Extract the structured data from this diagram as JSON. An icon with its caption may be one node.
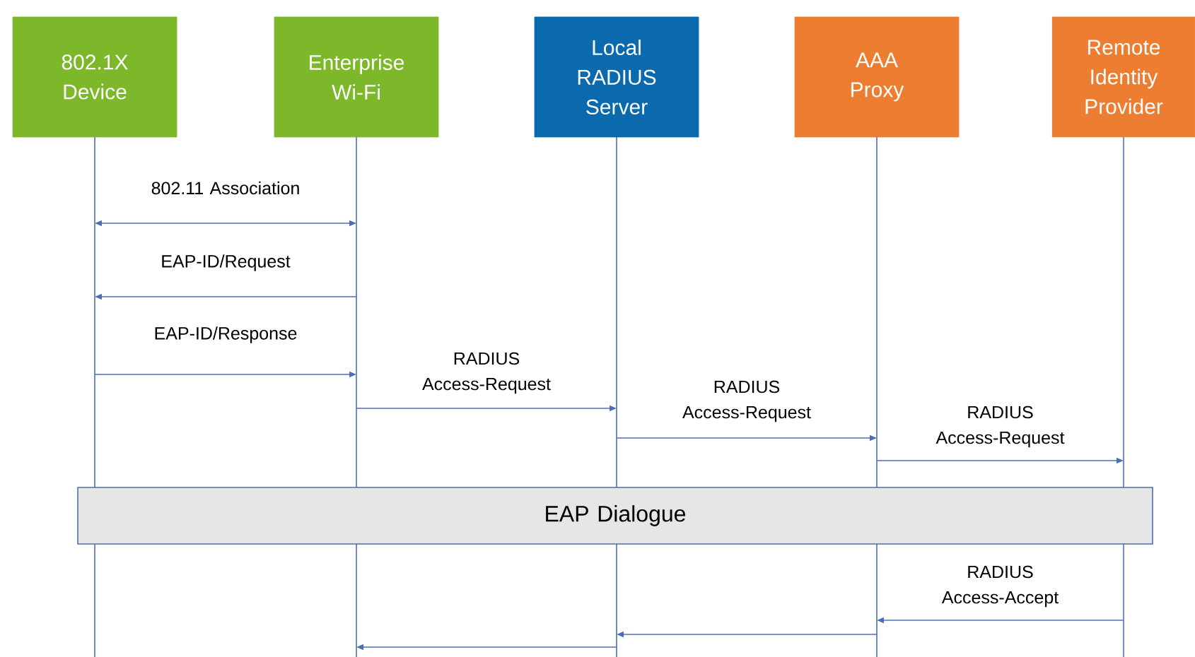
{
  "diagram": {
    "nodes": [
      {
        "text": [
          "802.1X Device"
        ]
      },
      {
        "text": [
          "Enterprise Wi-Fi"
        ]
      },
      {
        "text": [
          "Local RADIUS Server"
        ]
      },
      {
        "text": [
          "AAA Proxy"
        ]
      },
      {
        "text": [
          "Remote Identity Provider"
        ]
      },
      {
        "text": [
          "EAP Dialogue"
        ]
      }
    ],
    "edges": [
      {
        "from": 0,
        "to": 1,
        "arrow": "both",
        "label": "802.11 Association"
      },
      {
        "from": 1,
        "to": 0,
        "arrow": "to",
        "label": "EAP-ID/Request"
      },
      {
        "from": 0,
        "to": 1,
        "arrow": "to",
        "label": "EAP-ID/Response"
      },
      {
        "from": 1,
        "to": 2,
        "arrow": "to",
        "label": "RADIUS Access-Request"
      },
      {
        "from": 2,
        "to": 3,
        "arrow": "to",
        "label": "RADIUS Access-Request"
      },
      {
        "from": 3,
        "to": 4,
        "arrow": "to",
        "label": "RADIUS Access-Request"
      },
      {
        "from": 4,
        "to": 3,
        "arrow": "to",
        "label": "RADIUS Access-Accept"
      },
      {
        "from": 3,
        "to": 2,
        "arrow": "to"
      },
      {
        "from": 2,
        "to": 1,
        "arrow": "to"
      }
    ]
  }
}
